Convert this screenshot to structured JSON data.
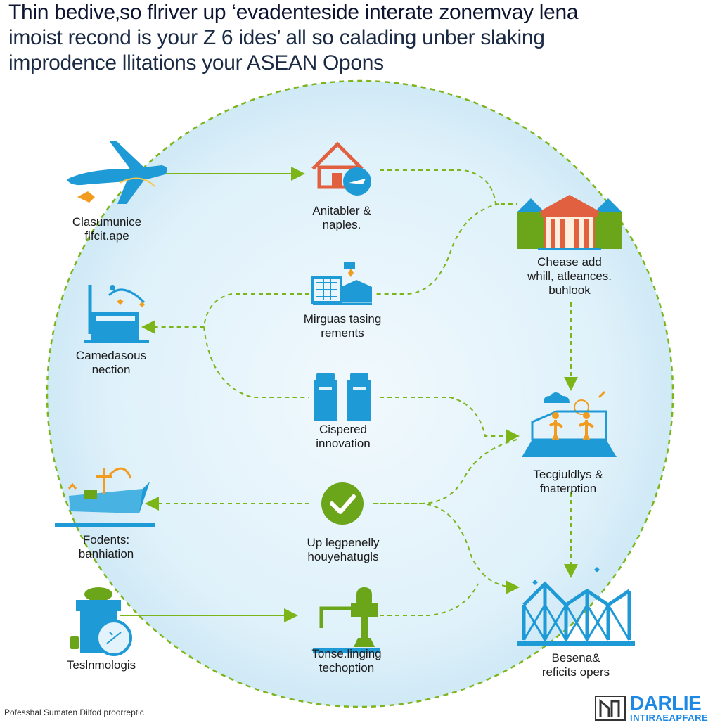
{
  "title": {
    "line1": "Thin bedive‚so flriver up ‘evadenteside interate zonemvay lena",
    "line2": "imoist recond is your Z 6 ides’ all so calading unber slaking",
    "line3": "improdence llitations your ASEAN Opons"
  },
  "nodes": {
    "aviation": {
      "line1": "Clasumunice",
      "line2": "flfcit.ape"
    },
    "home": {
      "line1": "Anitabler &",
      "line2": "naples."
    },
    "bank": {
      "line1": "Chease add",
      "line2": "whill, atleances.",
      "line3": "buhlook"
    },
    "factory": {
      "line1": "Mirguas tasing",
      "line2": "rements"
    },
    "cart": {
      "line1": "Camedasous",
      "line2": "nection"
    },
    "cylinders": {
      "line1": "Cispered",
      "line2": "innovation"
    },
    "workers": {
      "line1": "Tecgiuldlys &",
      "line2": "fnaterption"
    },
    "ship": {
      "line1": "Fodents:",
      "line2": "banhiation"
    },
    "check": {
      "line1": "Up legpenelly",
      "line2": "houyehatugls"
    },
    "tech": {
      "line1": "Teslnmologis"
    },
    "robot": {
      "line1": "Tonse.linging",
      "line2": "techoption"
    },
    "bridge": {
      "line1": "Besena&",
      "line2": "reficits opers"
    }
  },
  "footer": {
    "caption": "Pofesshal Sumaten Dilfod proorreptic",
    "brand_name": "DARLIE",
    "brand_sub": "INTIRAEAPFARE"
  },
  "colors": {
    "circle_fill": "#e3f3fb",
    "dashed_green": "#7cb518",
    "icon_blue": "#1e9ad6",
    "icon_orange": "#f29c1f",
    "house_red": "#e0603f",
    "check_green": "#6aa51a"
  }
}
